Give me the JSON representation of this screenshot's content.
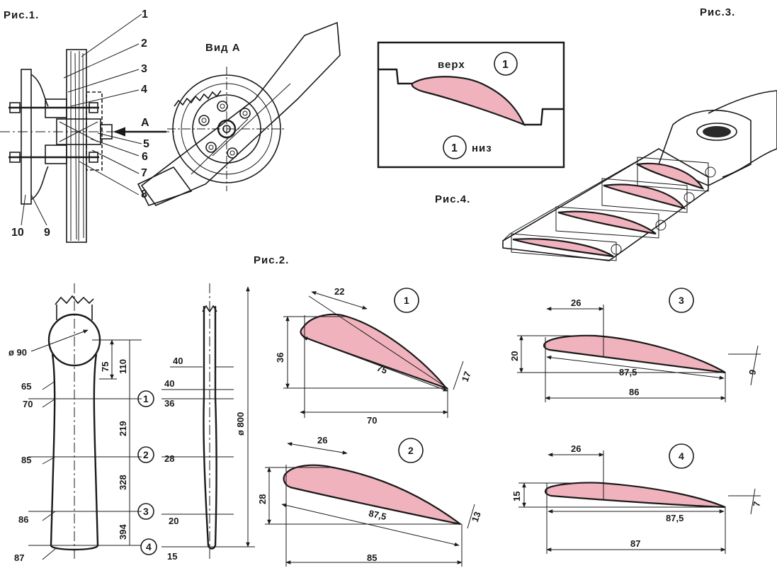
{
  "figures": {
    "fig1": "Рис.1.",
    "fig2": "Рис.2.",
    "fig3": "Рис.3.",
    "fig4": "Рис.4.",
    "view_a": "Вид А",
    "arrow_a": "А",
    "top": "верх",
    "bottom": "низ"
  },
  "fig1_callouts": [
    "1",
    "2",
    "3",
    "4",
    "5",
    "6",
    "7",
    "8",
    "9",
    "10"
  ],
  "section_marks": [
    "1",
    "2",
    "3",
    "4"
  ],
  "blade_plan": {
    "diameter_hub": "ø 90",
    "dims": [
      "65",
      "70",
      "85",
      "86",
      "87"
    ],
    "stations": [
      "75",
      "110",
      "219",
      "328",
      "394"
    ]
  },
  "blade_side": {
    "dims": [
      "40",
      "40",
      "36",
      "28",
      "20",
      "15"
    ],
    "diameter": "ø 800"
  },
  "sections": {
    "s1": {
      "chord": "75",
      "width": "70",
      "le": "22",
      "h": "36",
      "te": "17"
    },
    "s2": {
      "chord": "87,5",
      "width": "85",
      "le": "26",
      "h": "28",
      "te": "13"
    },
    "s3": {
      "chord": "87,5",
      "width": "86",
      "le": "26",
      "h": "20",
      "te": "9"
    },
    "s4": {
      "chord": "87,5",
      "width": "87",
      "le": "26",
      "h": "15",
      "te": "7"
    }
  },
  "colors": {
    "airfoil_fill": "#f0b3bd",
    "ink": "#1a1a1a"
  }
}
